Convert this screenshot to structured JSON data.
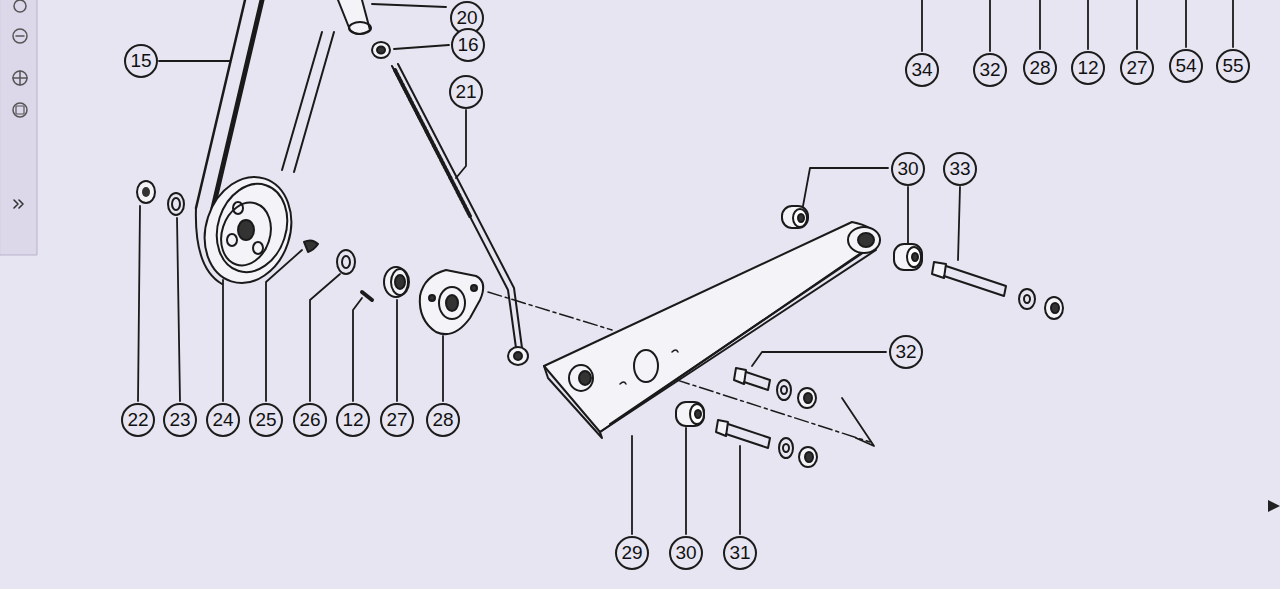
{
  "diagram": {
    "labels": [
      "20",
      "16",
      "15",
      "34",
      "32",
      "28",
      "12",
      "27",
      "54",
      "55",
      "21",
      "30",
      "33",
      "32",
      "22",
      "23",
      "24",
      "25",
      "26",
      "12",
      "27",
      "28",
      "29",
      "30",
      "31"
    ]
  }
}
